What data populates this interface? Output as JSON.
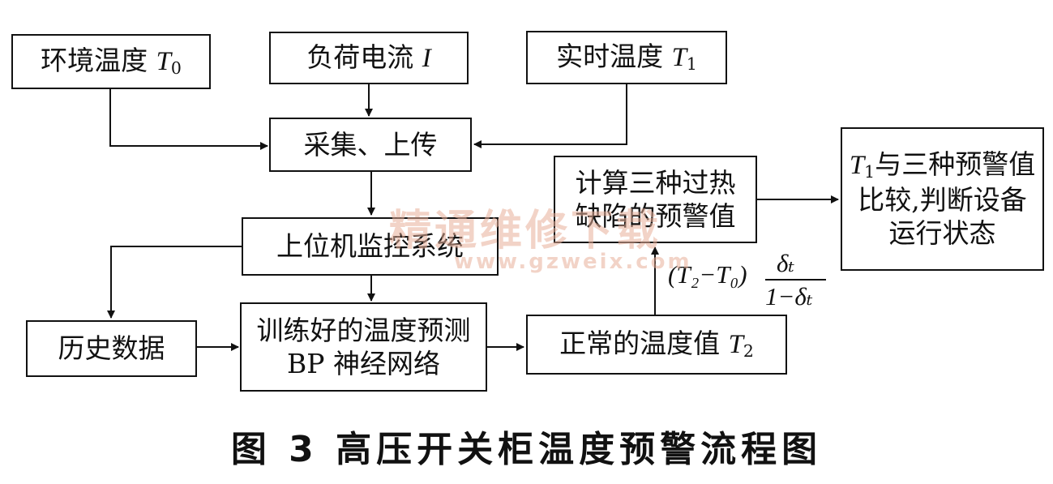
{
  "nodes": {
    "ambient_temp": {
      "text": "环境温度 ",
      "var": "T",
      "sub": "0"
    },
    "load_current": {
      "text": "负荷电流 ",
      "var": "I",
      "sub": ""
    },
    "realtime_temp": {
      "text": "实时温度 ",
      "var": "T",
      "sub": "1"
    },
    "collect_upload": {
      "text": "采集、上传"
    },
    "host_monitor": {
      "text": "上位机监控系统"
    },
    "history_data": {
      "text": "历史数据"
    },
    "bp_network": {
      "text": "训练好的温度预测\nBP 神经网络"
    },
    "normal_temp": {
      "text": "正常的温度值 ",
      "var": "T",
      "sub": "2"
    },
    "calc_warning": {
      "text": "计算三种过热\n缺陷的预警值"
    },
    "compare": {
      "var": "T",
      "sub": "1",
      "text": "与三种预警值\n比较,判断设备\n运行状态"
    }
  },
  "formula": {
    "prefix": "(T₂−T₀)",
    "numerator": "δₜ",
    "denominator": "1−δₜ"
  },
  "caption": "图 3   高压开关柜温度预警流程图",
  "watermark": {
    "cn": "精通维修下载",
    "url": "www.gzweix.com"
  }
}
